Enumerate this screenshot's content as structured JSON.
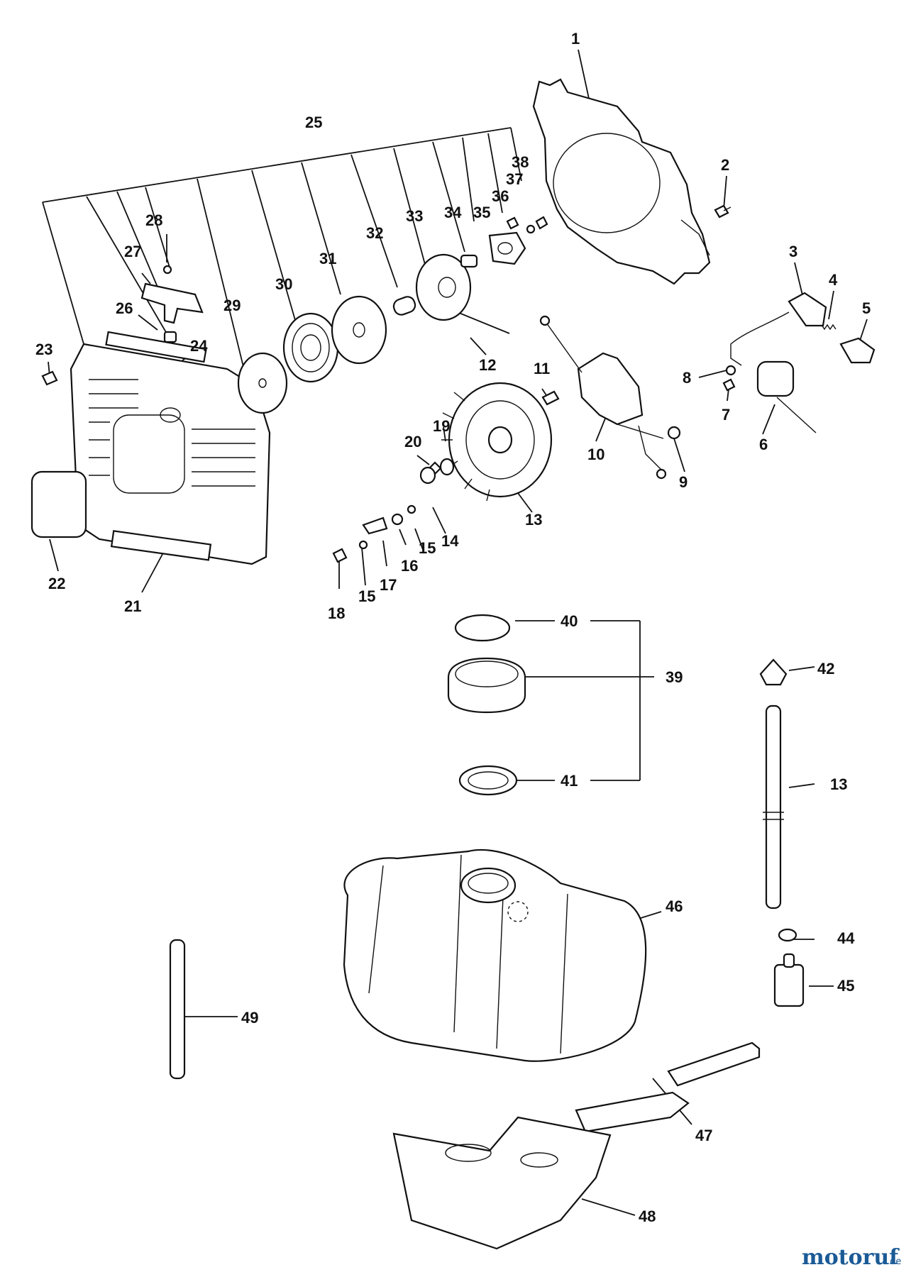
{
  "colors": {
    "ink": "#111111",
    "paper": "#ffffff",
    "watermark_main": "#1a5a96",
    "watermark_accent": "#d4571c"
  },
  "callouts": [
    {
      "id": "c1",
      "text": "1"
    },
    {
      "id": "c2",
      "text": "2"
    },
    {
      "id": "c3",
      "text": "3"
    },
    {
      "id": "c4",
      "text": "4"
    },
    {
      "id": "c5",
      "text": "5"
    },
    {
      "id": "c6",
      "text": "6"
    },
    {
      "id": "c7",
      "text": "7"
    },
    {
      "id": "c8",
      "text": "8"
    },
    {
      "id": "c9",
      "text": "9"
    },
    {
      "id": "c10",
      "text": "10"
    },
    {
      "id": "c11",
      "text": "11"
    },
    {
      "id": "c12",
      "text": "12"
    },
    {
      "id": "c13a",
      "text": "13"
    },
    {
      "id": "c13b",
      "text": "13"
    },
    {
      "id": "c14",
      "text": "14"
    },
    {
      "id": "c15a",
      "text": "15"
    },
    {
      "id": "c15b",
      "text": "15"
    },
    {
      "id": "c16",
      "text": "16"
    },
    {
      "id": "c17",
      "text": "17"
    },
    {
      "id": "c18",
      "text": "18"
    },
    {
      "id": "c19",
      "text": "19"
    },
    {
      "id": "c20",
      "text": "20"
    },
    {
      "id": "c21",
      "text": "21"
    },
    {
      "id": "c22",
      "text": "22"
    },
    {
      "id": "c23",
      "text": "23"
    },
    {
      "id": "c24",
      "text": "24"
    },
    {
      "id": "c25",
      "text": "25"
    },
    {
      "id": "c26",
      "text": "26"
    },
    {
      "id": "c27",
      "text": "27"
    },
    {
      "id": "c28",
      "text": "28"
    },
    {
      "id": "c29",
      "text": "29"
    },
    {
      "id": "c30",
      "text": "30"
    },
    {
      "id": "c31",
      "text": "31"
    },
    {
      "id": "c32",
      "text": "32"
    },
    {
      "id": "c33",
      "text": "33"
    },
    {
      "id": "c34",
      "text": "34"
    },
    {
      "id": "c35",
      "text": "35"
    },
    {
      "id": "c36",
      "text": "36"
    },
    {
      "id": "c37",
      "text": "37"
    },
    {
      "id": "c38",
      "text": "38"
    },
    {
      "id": "c39",
      "text": "39"
    },
    {
      "id": "c40",
      "text": "40"
    },
    {
      "id": "c41",
      "text": "41"
    },
    {
      "id": "c42",
      "text": "42"
    },
    {
      "id": "c44",
      "text": "44"
    },
    {
      "id": "c45",
      "text": "45"
    },
    {
      "id": "c46",
      "text": "46"
    },
    {
      "id": "c47",
      "text": "47"
    },
    {
      "id": "c48",
      "text": "48"
    },
    {
      "id": "c49",
      "text": "49"
    }
  ],
  "watermark": {
    "brand_main": "motoruf",
    "brand_tld": ".de"
  }
}
